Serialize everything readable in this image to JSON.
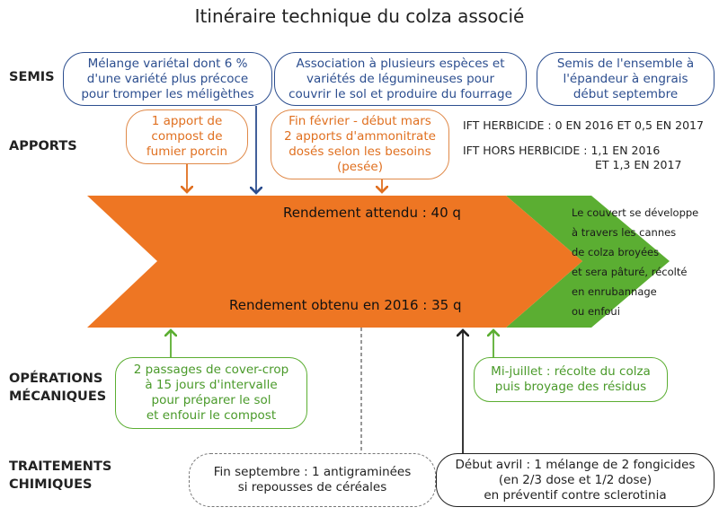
{
  "title": "Itinéraire technique du colza associé",
  "rows": {
    "semis": "SEMIS",
    "apports": "APPORTS",
    "operations": [
      "OPÉRATIONS",
      "MÉCANIQUES"
    ],
    "traitements": [
      "TRAITEMENTS",
      "CHIMIQUES"
    ]
  },
  "semis": [
    [
      "Mélange variétal dont 6 %",
      "d'une variété plus précoce",
      "pour tromper les méligèthes"
    ],
    [
      "Association à plusieurs espèces et",
      "variétés de légumineuses pour",
      "couvrir le sol et produire du fourrage"
    ],
    [
      "Semis de l'ensemble à",
      "l'épandeur à engrais",
      "début septembre"
    ]
  ],
  "apports": [
    [
      "1 apport de",
      "compost de",
      "fumier porcin"
    ],
    [
      "Fin février - début mars",
      "2 apports d'ammonitrate",
      "dosés selon les besoins",
      "(pesée)"
    ]
  ],
  "ift": {
    "line1": "IFT HERBICIDE : 0 EN 2016 ET 0,5 EN 2017",
    "line2": "IFT HORS HERBICIDE : 1,1 EN 2016",
    "line3": "ET 1,3 EN 2017"
  },
  "rendement": {
    "attendu": "Rendement attendu : 40 q",
    "obtenu": "Rendement obtenu en 2016 : 35 q"
  },
  "couvert": [
    "Le couvert se développe",
    "à travers les cannes",
    "de colza broyées",
    "et sera pâturé, récolté",
    "en enrubannage",
    "ou enfoui"
  ],
  "operations": [
    [
      "2 passages de cover-crop",
      "à 15 jours d'intervalle",
      "pour préparer le sol",
      "et enfouir le compost"
    ],
    [
      "Mi-juillet : récolte du colza",
      "puis broyage des résidus"
    ]
  ],
  "traitements": [
    [
      "Fin septembre : 1 antigraminées",
      "si repousses de céréales"
    ],
    [
      "Début avril : 1 mélange de 2 fongicides",
      "(en 2/3 dose et 1/2 dose)",
      "en préventif contre sclerotinia"
    ]
  ],
  "colors": {
    "orange": "#ee7623",
    "green": "#5bae32",
    "blue": "#2c4e8f"
  }
}
